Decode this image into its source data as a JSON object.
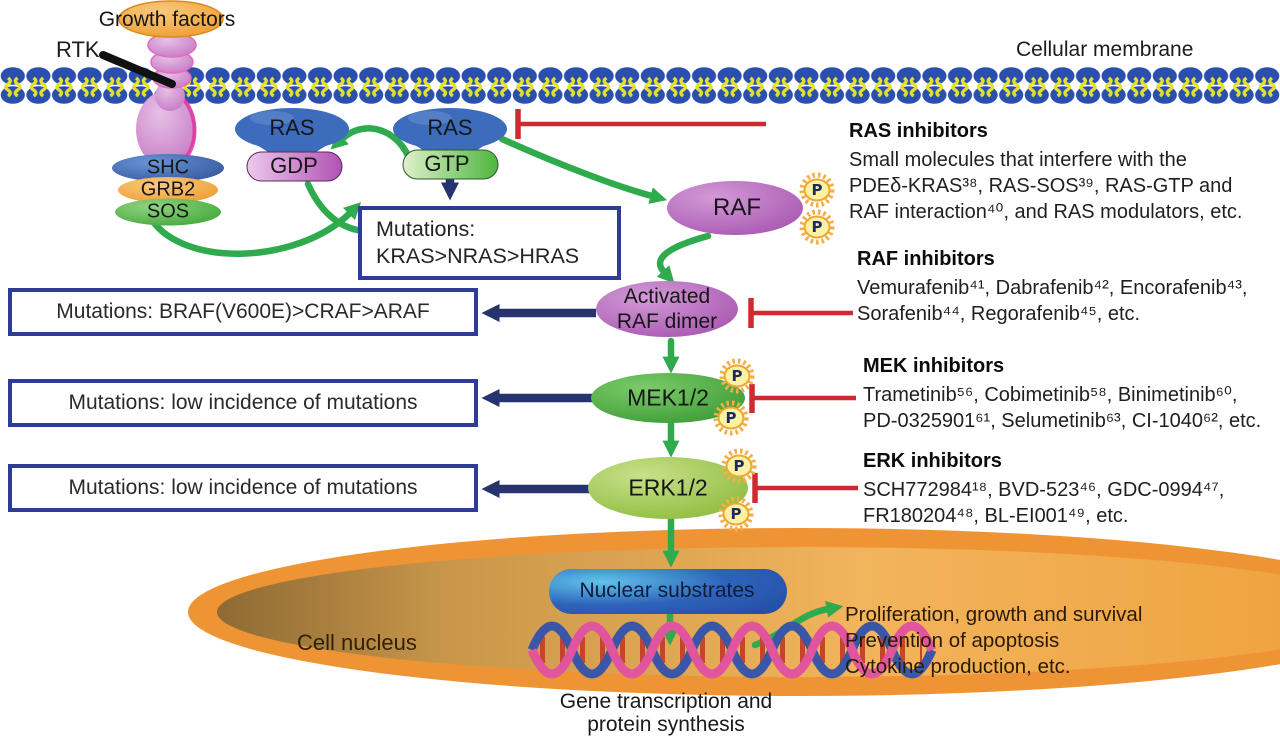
{
  "title_labels": {
    "cellular_membrane": "Cellular membrane",
    "growth_factors": "Growth factors",
    "rtk": "RTK"
  },
  "adaptors": {
    "shc": "SHC",
    "grb2": "GRB2",
    "sos": "SOS"
  },
  "ras_cycle": {
    "ras_left": "RAS",
    "gdp": "GDP",
    "ras_right": "RAS",
    "gtp": "GTP"
  },
  "pathway": {
    "raf": "RAF",
    "activated_raf_line1": "Activated",
    "activated_raf_line2": "RAF dimer",
    "mek": "MEK1/2",
    "erk": "ERK1/2",
    "nuclear_substrates": "Nuclear substrates",
    "phosphate": "P"
  },
  "mutation_boxes": {
    "ras_line1": "Mutations:",
    "ras_line2": "KRAS>NRAS>HRAS",
    "raf": "Mutations: BRAF(V600E)>CRAF>ARAF",
    "mek": "Mutations: low incidence of mutations",
    "erk": "Mutations: low incidence of mutations"
  },
  "inhibitors": {
    "ras": {
      "title": "RAS inhibitors",
      "line1": "Small molecules that  interfere with the",
      "line2": "PDEδ-KRAS³⁸, RAS-SOS³⁹, RAS-GTP and",
      "line3": "RAF interaction⁴⁰, and RAS modulators, etc."
    },
    "raf": {
      "title": "RAF inhibitors",
      "line1": "Vemurafenib⁴¹, Dabrafenib⁴², Encorafenib⁴³,",
      "line2": "Sorafenib⁴⁴, Regorafenib⁴⁵, etc."
    },
    "mek": {
      "title": "MEK inhibitors",
      "line1": "Trametinib⁵⁶, Cobimetinib⁵⁸, Binimetinib⁶⁰,",
      "line2": "PD-0325901⁶¹, Selumetinib⁶³, CI-1040⁶², etc."
    },
    "erk": {
      "title": "ERK inhibitors",
      "line1": "SCH772984¹⁸, BVD-523⁴⁶, GDC-0994⁴⁷,",
      "line2": "FR180204⁴⁸, BL-EI001⁴⁹, etc."
    }
  },
  "nucleus": {
    "label": "Cell nucleus",
    "outputs_line1": "Proliferation, growth and survival",
    "outputs_line2": "Prevention of apoptosis",
    "outputs_line3": "Cytokine production, etc.",
    "caption_line1": "Gene transcription and",
    "caption_line2": "protein synthesis"
  },
  "colors": {
    "green_arrow": "#2faa4d",
    "navy": "#27336e",
    "red_inhibit": "#cd2a31",
    "box_border": "#2e3c96",
    "nucleus_orange": "#ef9434",
    "membrane_blue": "#2a4fae",
    "lipid_tail_yellow": "#e2e22c"
  }
}
